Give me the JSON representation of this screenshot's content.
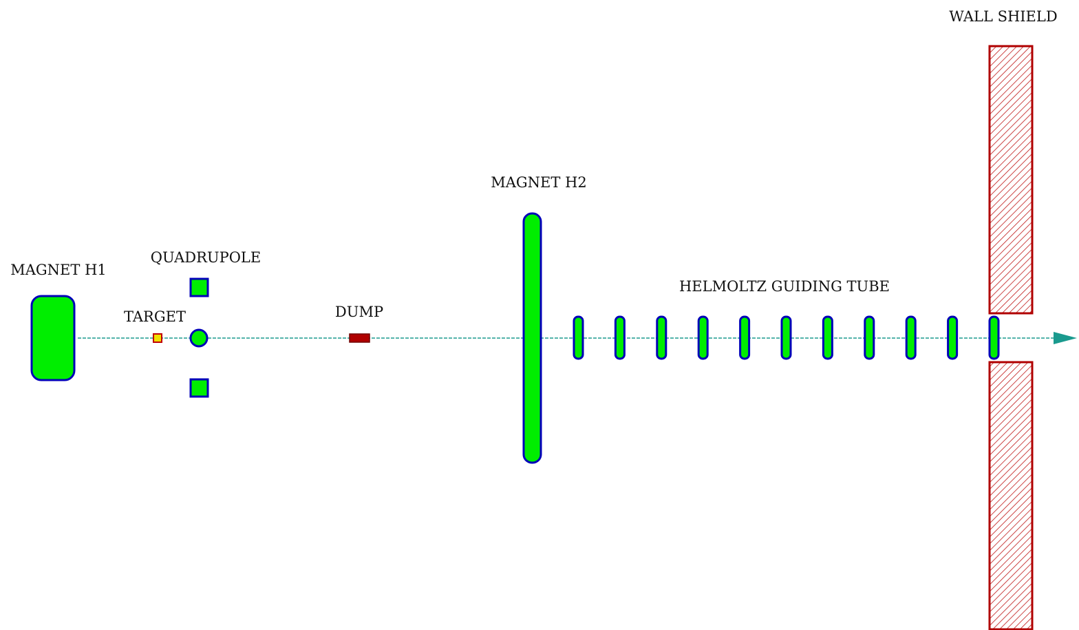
{
  "labels": {
    "magnet_h1": "MAGNET H1",
    "quadrupole": "QUADRUPOLE",
    "target": "TARGET",
    "dump": "DUMP",
    "magnet_h2": "MAGNET H2",
    "helmoltz_tube": "HELMOLTZ GUIDING TUBE",
    "wall_shield": "WALL SHIELD"
  },
  "helmoltz_coil_count": 11,
  "colors": {
    "magnet_fill": "#00ee00",
    "magnet_stroke": "#0000b8",
    "beam_line": "#1a9a8e",
    "arrow": "#1a9a8e",
    "target_fill": "#f0e000",
    "target_stroke": "#c00000",
    "dump_fill": "#b00000",
    "shield_stroke": "#b00000",
    "shield_hatch": "#c01818"
  }
}
